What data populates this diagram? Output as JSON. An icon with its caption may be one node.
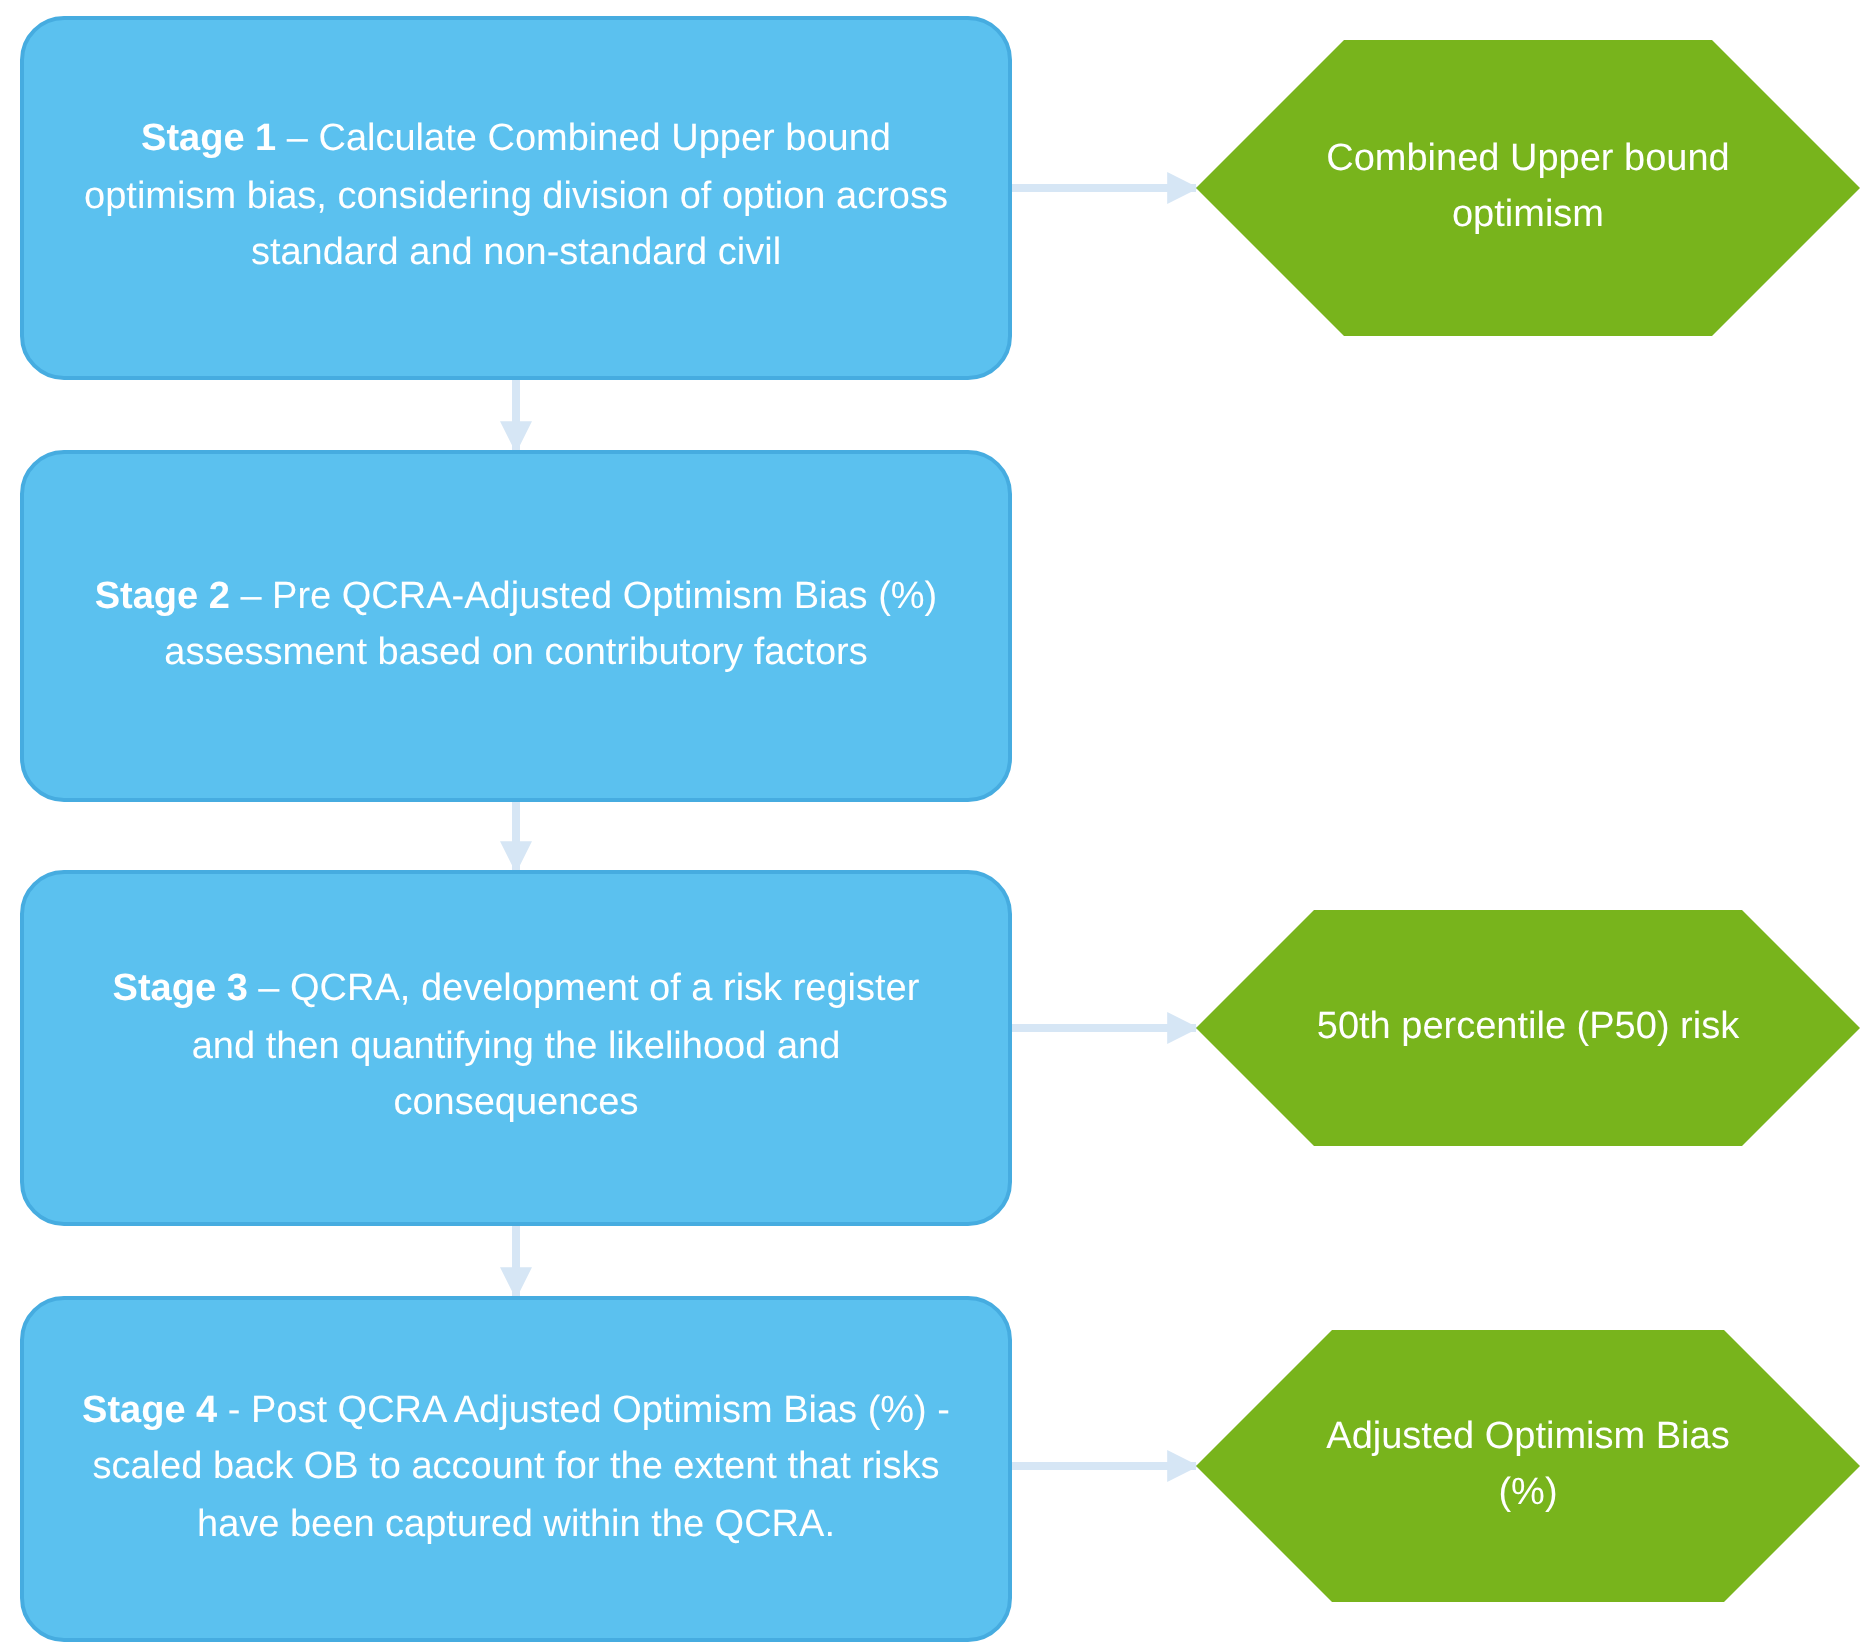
{
  "diagram": {
    "nodes": [
      {
        "text": [
          "**Stage 1** – Calculate Combined Upper bound optimism bias, considering division of option across standard and non-standard civil"
        ]
      },
      {
        "text": [
          "Combined Upper bound optimism"
        ]
      },
      {
        "text": [
          "**Stage 2** – Pre QCRA-Adjusted Optimism Bias (%) assessment based on contributory factors"
        ]
      },
      {
        "text": [
          "**Stage 3** – QCRA, development of a risk register and then quantifying the likelihood and consequences"
        ]
      },
      {
        "text": [
          "50th percentile (P50) risk"
        ]
      },
      {
        "text": [
          "**Stage 4** - Post QCRA Adjusted Optimism Bias (%) - scaled back OB to account for the extent that risks have been captured within the QCRA."
        ]
      },
      {
        "text": [
          "Adjusted Optimism Bias (%)"
        ]
      }
    ],
    "edges": [
      {
        "from": 0,
        "to": 1,
        "arrow": "to"
      },
      {
        "from": 0,
        "to": 2,
        "arrow": "to"
      },
      {
        "from": 2,
        "to": 3,
        "arrow": "to"
      },
      {
        "from": 3,
        "to": 4,
        "arrow": "to"
      },
      {
        "from": 3,
        "to": 5,
        "arrow": "to"
      },
      {
        "from": 5,
        "to": 6,
        "arrow": "to"
      }
    ]
  }
}
